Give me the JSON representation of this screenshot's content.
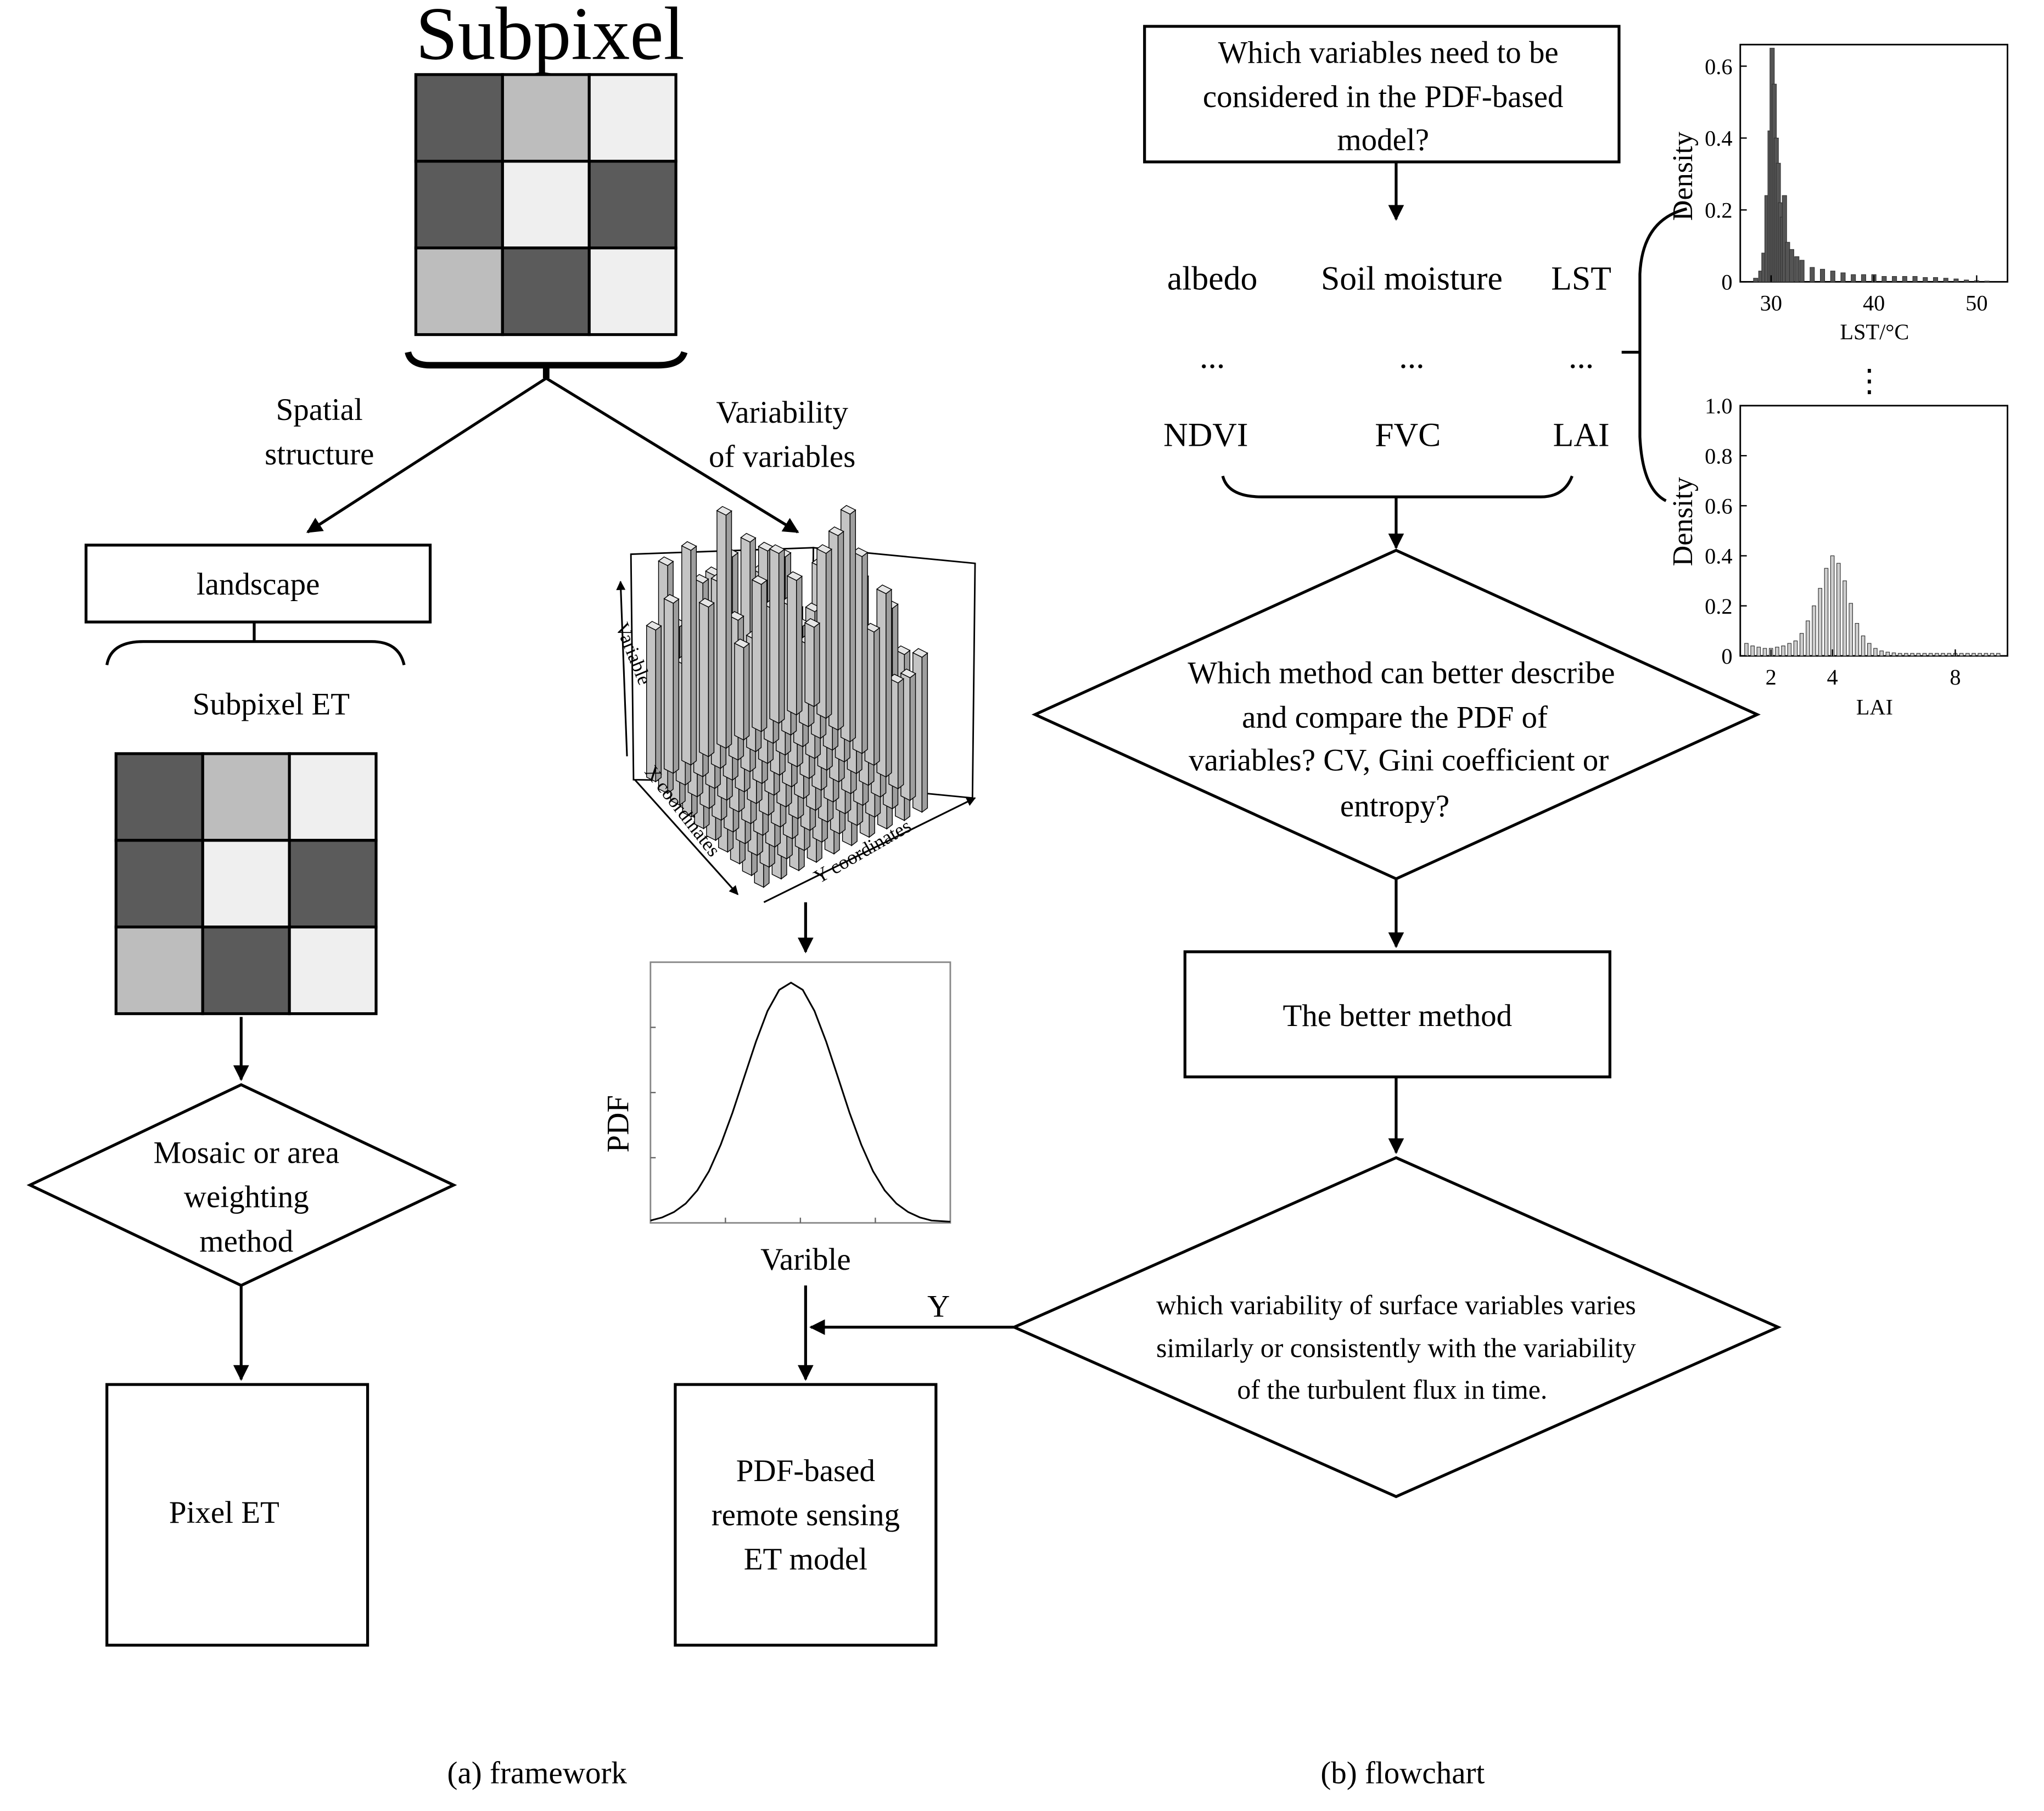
{
  "panel_a": {
    "caption": "(a) framework",
    "top_grid_title": "Subpixel",
    "grid_colors": {
      "dark": "#5b5b5b",
      "mid": "#bdbdbd",
      "light": "#efefef"
    },
    "grid_pattern": [
      [
        "dark",
        "mid",
        "light"
      ],
      [
        "dark",
        "light",
        "dark"
      ],
      [
        "mid",
        "dark",
        "light"
      ]
    ],
    "spatial_structure_line1": "Spatial",
    "spatial_structure_line2": "structure",
    "variability_line1": "Variability",
    "variability_line2": "of variables",
    "landscape_box": "landscape",
    "subpixel_et_title": "Subpixel ET",
    "diamond_line1": "Mosaic or area",
    "diamond_line2": "weighting",
    "diamond_line3": "method",
    "pixel_et_box": "Pixel ET",
    "bar3d_zlabel": "Variable",
    "bar3d_xlabel": "X coordinates",
    "bar3d_ylabel": "Y coordinates",
    "pdf_ylabel": "PDF",
    "pdf_xlabel": "Varible",
    "yes_label": "Y",
    "model_box_line1": "PDF-based",
    "model_box_line2": "remote sensing",
    "model_box_line3": "ET   model"
  },
  "panel_b": {
    "caption": "(b) flowchart",
    "question_line1": "Which variables need to be",
    "question_line2": "considered in the PDF-based",
    "question_line3": "model?",
    "vars_row1": [
      "albedo",
      "Soil moisture",
      "LST"
    ],
    "vars_row2": [
      "...",
      "...",
      "..."
    ],
    "vars_row3": [
      "NDVI",
      "FVC",
      "LAI"
    ],
    "diamond1_line1": "Which method can better describe",
    "diamond1_line2": "and compare the PDF of",
    "diamond1_line3": "variables? CV, Gini coefficient or",
    "diamond1_line4": "entropy?",
    "better_method_box": "The better method",
    "diamond2_line1": "which variability of surface variables varies",
    "diamond2_line2": "similarly or consistently with the variability",
    "diamond2_line3": "of the turbulent flux in time.",
    "vertical_ellipsis": "⋮"
  },
  "chart_data": [
    {
      "type": "bar",
      "title": "",
      "xlabel": "LST/°C",
      "ylabel": "Density",
      "xlim": [
        27,
        53
      ],
      "ylim": [
        0,
        0.66
      ],
      "xticks": [
        "30",
        "40",
        "50"
      ],
      "yticks": [
        "0",
        "0.2",
        "0.4",
        "0.6"
      ],
      "bar_color": "#555555",
      "x": [
        28.5,
        29.0,
        29.3,
        29.6,
        29.9,
        30.1,
        30.3,
        30.5,
        30.7,
        30.9,
        31.1,
        31.3,
        31.6,
        32.0,
        32.5,
        33.0,
        34.0,
        35.0,
        36.0,
        37.0,
        38.0,
        39.0,
        40.0,
        41.0,
        42.0,
        43.0,
        44.0,
        45.0,
        46.0,
        47.0,
        48.0,
        49.0,
        50.0,
        51.0
      ],
      "values": [
        0.01,
        0.03,
        0.08,
        0.24,
        0.42,
        0.65,
        0.55,
        0.4,
        0.33,
        0.22,
        0.18,
        0.24,
        0.11,
        0.09,
        0.07,
        0.06,
        0.04,
        0.035,
        0.03,
        0.025,
        0.02,
        0.02,
        0.02,
        0.015,
        0.015,
        0.015,
        0.015,
        0.012,
        0.012,
        0.01,
        0.008,
        0.005,
        0.003,
        0.002
      ]
    },
    {
      "type": "bar",
      "title": "",
      "xlabel": "LAI",
      "ylabel": "Density",
      "xlim": [
        1,
        9.7
      ],
      "ylim": [
        0,
        1.0
      ],
      "xticks": [
        "2",
        "4",
        "8"
      ],
      "yticks": [
        "0",
        "0.2",
        "0.4",
        "0.6",
        "0.8",
        "1.0"
      ],
      "bar_color": "#cfcfcf",
      "x": [
        1.2,
        1.4,
        1.6,
        1.8,
        2.0,
        2.2,
        2.4,
        2.6,
        2.8,
        3.0,
        3.2,
        3.4,
        3.6,
        3.8,
        4.0,
        4.2,
        4.4,
        4.6,
        4.8,
        5.0,
        5.2,
        5.4,
        5.6,
        5.8,
        6.0,
        6.2,
        6.4,
        6.6,
        6.8,
        7.0,
        7.2,
        7.4,
        7.6,
        7.8,
        8.0,
        8.2,
        8.4,
        8.6,
        8.8,
        9.0,
        9.2,
        9.4
      ],
      "values": [
        0.05,
        0.04,
        0.035,
        0.03,
        0.03,
        0.035,
        0.04,
        0.05,
        0.06,
        0.09,
        0.14,
        0.2,
        0.27,
        0.35,
        0.4,
        0.37,
        0.3,
        0.21,
        0.13,
        0.08,
        0.05,
        0.03,
        0.02,
        0.015,
        0.012,
        0.01,
        0.01,
        0.01,
        0.01,
        0.01,
        0.01,
        0.01,
        0.01,
        0.01,
        0.01,
        0.01,
        0.01,
        0.01,
        0.01,
        0.01,
        0.01,
        0.01
      ]
    },
    {
      "type": "line",
      "title": "",
      "xlabel": "Varible",
      "ylabel": "PDF",
      "mean": 0,
      "sd": 1,
      "xlim": [
        -3,
        3.4
      ],
      "ylim": [
        0,
        0.42
      ],
      "x": [
        -3.0,
        -2.75,
        -2.5,
        -2.25,
        -2.0,
        -1.75,
        -1.5,
        -1.25,
        -1.0,
        -0.75,
        -0.5,
        -0.25,
        0.0,
        0.25,
        0.5,
        0.75,
        1.0,
        1.25,
        1.5,
        1.75,
        2.0,
        2.25,
        2.5,
        2.75,
        3.0,
        3.4
      ],
      "values": [
        0.004,
        0.009,
        0.018,
        0.032,
        0.054,
        0.086,
        0.13,
        0.183,
        0.242,
        0.301,
        0.352,
        0.387,
        0.399,
        0.387,
        0.352,
        0.301,
        0.242,
        0.183,
        0.13,
        0.086,
        0.054,
        0.032,
        0.018,
        0.009,
        0.004,
        0.002
      ]
    }
  ]
}
